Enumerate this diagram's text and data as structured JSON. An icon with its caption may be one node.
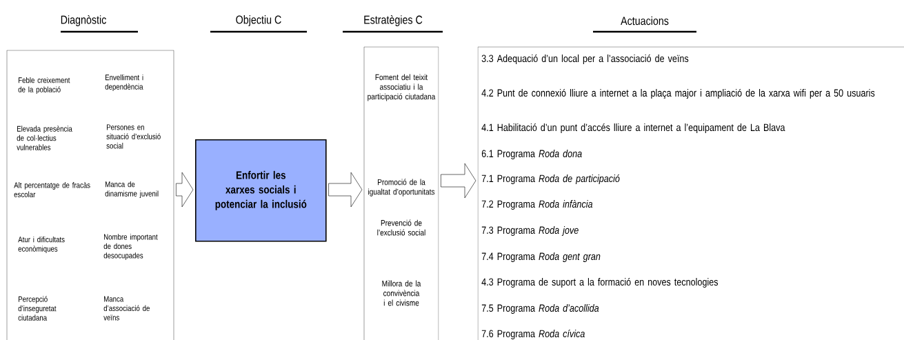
{
  "diagram": {
    "nodes": [
      {
        "text": [
          "Diagnòstic",
          "Feble creixement de la població",
          "Envelliment i dependència",
          "Elevada presència de col·lectius vulnerables",
          "Persones en situació d’exclusió social",
          "Alt percentatge de fracàs escolar",
          "Manca de dinamisme juvenil",
          "Atur i dificultats econòmiques",
          "Nombre important de dones desocupades",
          "Percepció d’inseguretat ciutadana",
          "Manca d’associació de veïns"
        ]
      },
      {
        "text": [
          "Objectiu C",
          "Enfortir les xarxes socials i potenciar la inclusió"
        ]
      },
      {
        "text": [
          "Estratègies C",
          "Foment del teixit associatiu i la participació ciutadana",
          "Promoció de la igualtat d’oportunitats",
          "Prevenció de l’exclusió social",
          "Millora de la convivència i el civisme"
        ]
      },
      {
        "text": [
          "Actuacions",
          "3.3 Adequació d’un local per a l’associació de veïns",
          "4.2 Punt de connexió lliure a internet a la plaça major i ampliació de la xarxa wifi per a 50 usuaris",
          "4.1 Habilitació d’un punt d’accés lliure a internet a l’equipament de La Blava",
          "6.1 Programa *Roda dona*",
          "7.1 Programa *Roda de participació*",
          "7.2 Programa *Roda infància*",
          "7.3 Programa *Roda jove*",
          "7.4 Programa *Roda gent gran*",
          "4.3 Programa de suport a la formació en noves tecnologies",
          "7.5 Programa *Roda d’acollida*",
          "7.6 Programa *Roda cívica*"
        ]
      }
    ],
    "edges": [
      {
        "from": 0,
        "to": 1,
        "arrow": "to"
      },
      {
        "from": 1,
        "to": 2,
        "arrow": "to"
      },
      {
        "from": 2,
        "to": 3,
        "arrow": "to"
      }
    ]
  }
}
